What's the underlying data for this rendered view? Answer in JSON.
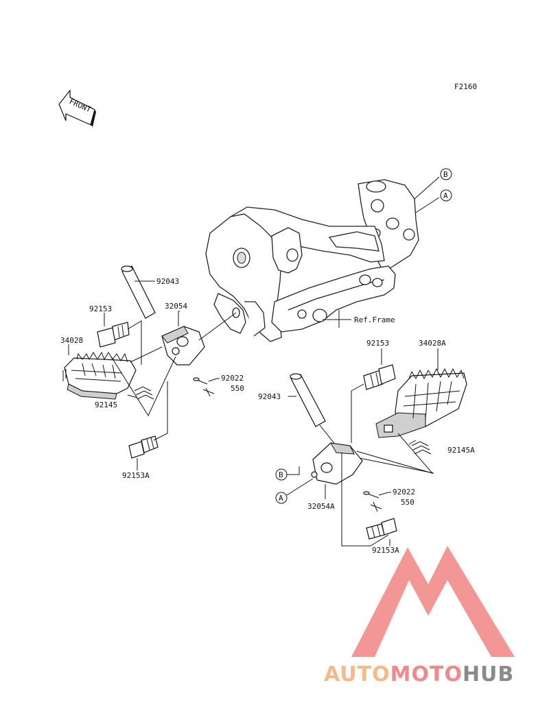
{
  "diagram": {
    "figure_code": "F2160",
    "front_label": "FRONT",
    "ref_frame_label": "Ref.Frame",
    "callouts": {
      "b_top": "B",
      "a_top": "A",
      "b_bottom": "B",
      "a_bottom": "A"
    },
    "left_assembly": {
      "p92043": "92043",
      "p32054": "32054",
      "p92153": "92153",
      "p34028": "34028",
      "p92145": "92145",
      "p92022": "92022",
      "p550": "550",
      "p92153A": "92153A"
    },
    "right_assembly": {
      "p92153": "92153",
      "p34028A": "34028A",
      "p92043": "92043",
      "p92145A": "92145A",
      "p92022": "92022",
      "p550": "550",
      "p32054A": "32054A",
      "p92153A": "92153A"
    }
  },
  "watermark": {
    "part1": "AUTO",
    "part2": "MOTO",
    "part3": "HUB",
    "color_auto": "#f6b98a",
    "color_moto": "#f08a8a",
    "color_hub": "#8a8a8a",
    "color_triangle": "#f28b8b"
  }
}
